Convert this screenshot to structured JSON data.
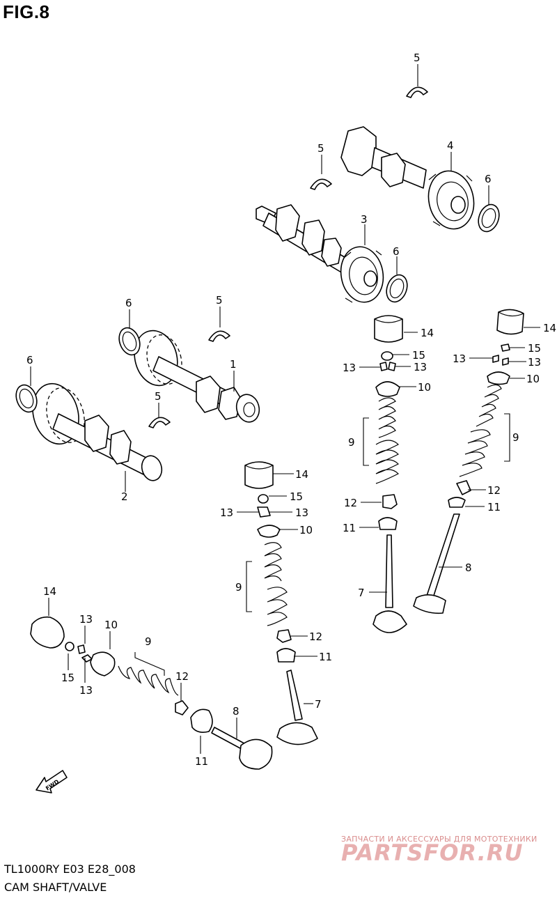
{
  "figure": {
    "title": "FIG.8",
    "model_code": "TL1000RY E03 E28_008",
    "section_name": "CAM SHAFT/VALVE",
    "direction_marker": "FWD"
  },
  "callouts": {
    "c1": "1",
    "c2": "2",
    "c3": "3",
    "c4": "4",
    "c5a": "5",
    "c5b": "5",
    "c5c": "5",
    "c5d": "5",
    "c6a": "6",
    "c6b": "6",
    "c6c": "6",
    "c6d": "6",
    "c7a": "7",
    "c7b": "7",
    "c8a": "8",
    "c8b": "8",
    "c9a": "9",
    "c9b": "9",
    "c9c": "9",
    "c9d": "9",
    "c10a": "10",
    "c10b": "10",
    "c10c": "10",
    "c10d": "10",
    "c11a": "11",
    "c11b": "11",
    "c11c": "11",
    "c11d": "11",
    "c12a": "12",
    "c12b": "12",
    "c12c": "12",
    "c12d": "12",
    "c13a": "13",
    "c13b": "13",
    "c13c": "13",
    "c13d": "13",
    "c13e": "13",
    "c13f": "13",
    "c13g": "13",
    "c13h": "13",
    "c14a": "14",
    "c14b": "14",
    "c14c": "14",
    "c14d": "14",
    "c15a": "15",
    "c15b": "15",
    "c15c": "15",
    "c15d": "15"
  },
  "watermark": {
    "tagline": "ЗАПЧАСТИ И АКСЕССУАРЫ ДЛЯ МОТОТЕХНИКИ",
    "logo": "PARTSFOR.RU"
  }
}
